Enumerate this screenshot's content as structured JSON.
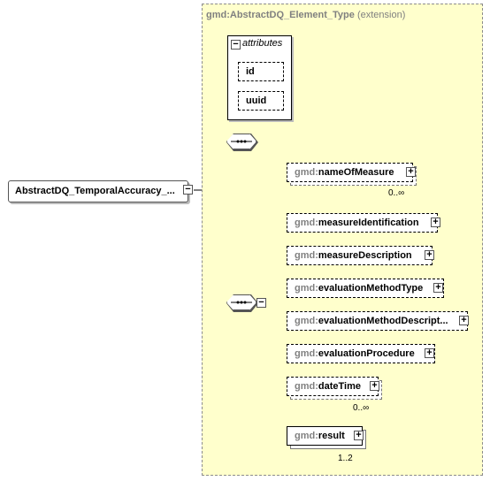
{
  "root_element": {
    "label": "AbstractDQ_TemporalAccuracy_..."
  },
  "complex_type": {
    "name": "gmd:AbstractDQ_Element_Type",
    "derivation": "(extension)"
  },
  "attributes_group": {
    "label": "attributes",
    "items": [
      {
        "label": "id"
      },
      {
        "label": "uuid"
      }
    ]
  },
  "namespace_prefix": "gmd:",
  "elements": [
    {
      "name": "nameOfMeasure",
      "cardinality": "0..∞"
    },
    {
      "name": "measureIdentification"
    },
    {
      "name": "measureDescription"
    },
    {
      "name": "evaluationMethodType"
    },
    {
      "name": "evaluationMethodDescript..."
    },
    {
      "name": "evaluationProcedure"
    },
    {
      "name": "dateTime",
      "cardinality": "0..∞"
    },
    {
      "name": "result",
      "cardinality": "1..2"
    }
  ],
  "colors": {
    "type_background": "#ffffcc",
    "namespace_text": "#808080",
    "border": "#000000"
  }
}
